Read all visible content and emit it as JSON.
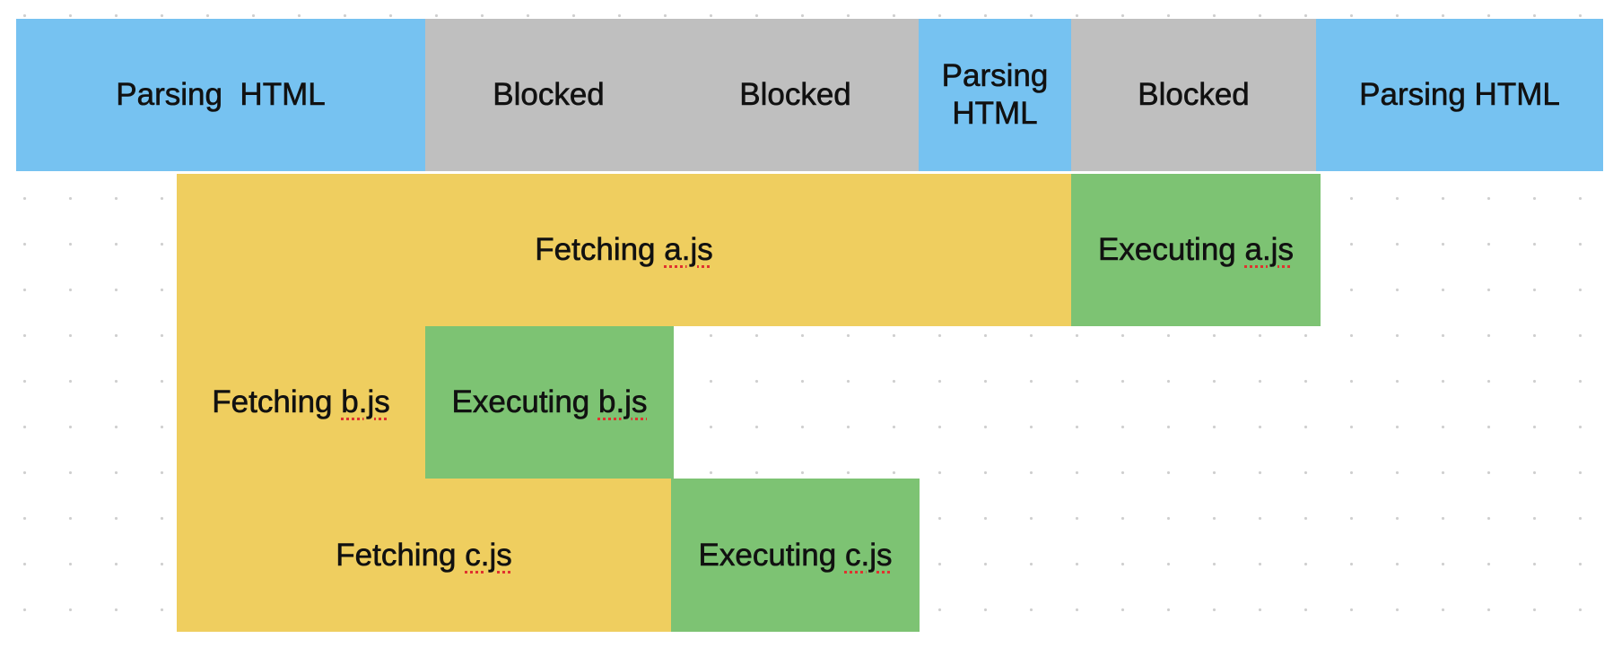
{
  "colors": {
    "parsing": "#76c2f1",
    "blocked": "#bfbfbf",
    "fetching": "#efce5f",
    "executing": "#7dc373"
  },
  "main_thread": {
    "parsing_1": "Parsing  HTML",
    "blocked_1a": "Blocked",
    "blocked_1b": "Blocked",
    "parsing_2_line1": "Parsing",
    "parsing_2_line2": "HTML",
    "blocked_2": "Blocked",
    "parsing_3": "Parsing HTML"
  },
  "scripts": {
    "a": {
      "fetch_prefix": "Fetching ",
      "exec_prefix": "Executing ",
      "file": "a.js"
    },
    "b": {
      "fetch_prefix": "Fetching ",
      "exec_prefix": "Executing ",
      "file": "b.js"
    },
    "c": {
      "fetch_prefix": "Fetching ",
      "exec_prefix": "Executing ",
      "file": "c.js"
    }
  }
}
